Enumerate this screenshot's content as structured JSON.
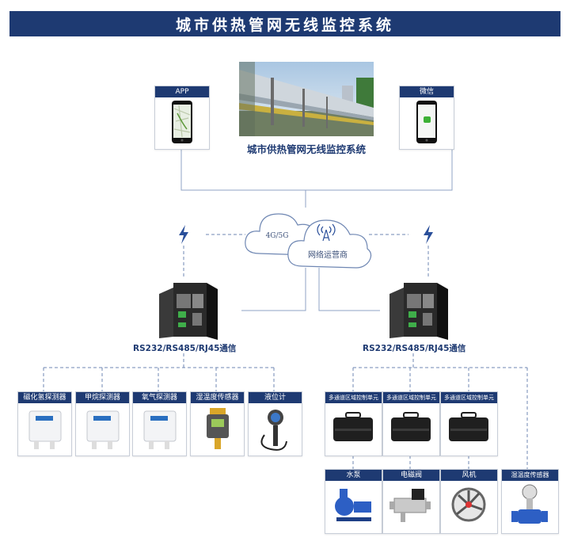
{
  "title": "城市供热管网无线监控系统",
  "system_caption": "城市供热管网无线监控系统",
  "clients": {
    "app_label": "APP",
    "wechat_label": "微信"
  },
  "network": {
    "cloud_small_label": "4G/5G",
    "cloud_main_label": "网络运营商"
  },
  "gateways": {
    "left_comm_label": "RS232/RS485/RJ45通信",
    "right_comm_label": "RS232/RS485/RJ45通信"
  },
  "left_sensors": [
    "磁化氢探测器",
    "甲烷探测器",
    "氧气探测器",
    "湿温度传感器",
    "液位计"
  ],
  "control_units": [
    "多通道区域控制单元",
    "多通道区域控制单元",
    "多通道区域控制单元"
  ],
  "actuators": [
    "水泵",
    "电磁阀",
    "风机",
    "湿温度传感器"
  ],
  "colors": {
    "primary": "#1e3a72",
    "accent": "#2a4f9a",
    "line": "#8fa3c4"
  }
}
